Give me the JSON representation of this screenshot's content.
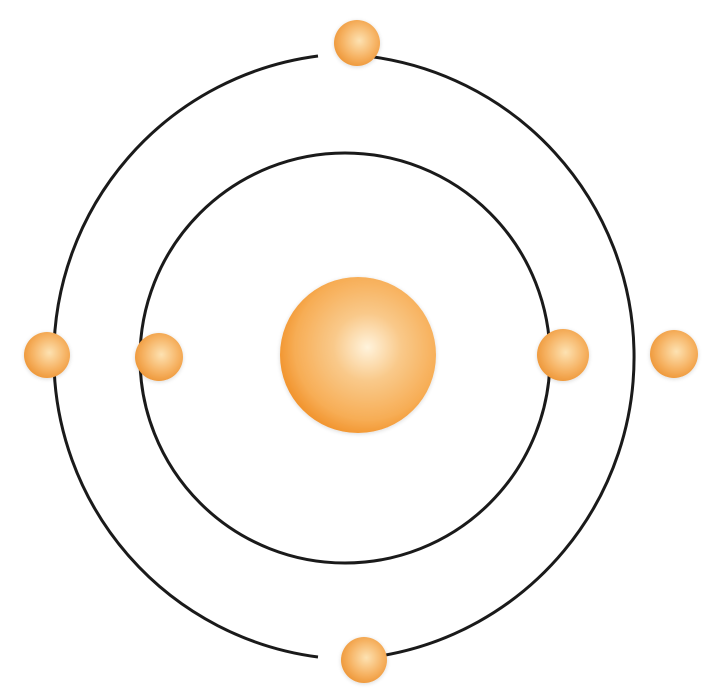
{
  "diagram": {
    "type": "atom-model",
    "shells": [
      {
        "name": "inner-shell",
        "electron_count": 2
      },
      {
        "name": "outer-shell",
        "electron_count": 4
      }
    ],
    "colors": {
      "orbit": "#1a1a1a",
      "nucleus_light": "#fff3dc",
      "nucleus_mid": "#f7ad55",
      "nucleus_dark": "#ef8a1e",
      "electron_light": "#fde2b2",
      "electron_mid": "#f6b262",
      "electron_dark": "#ec9231",
      "background": "#ffffff"
    }
  }
}
